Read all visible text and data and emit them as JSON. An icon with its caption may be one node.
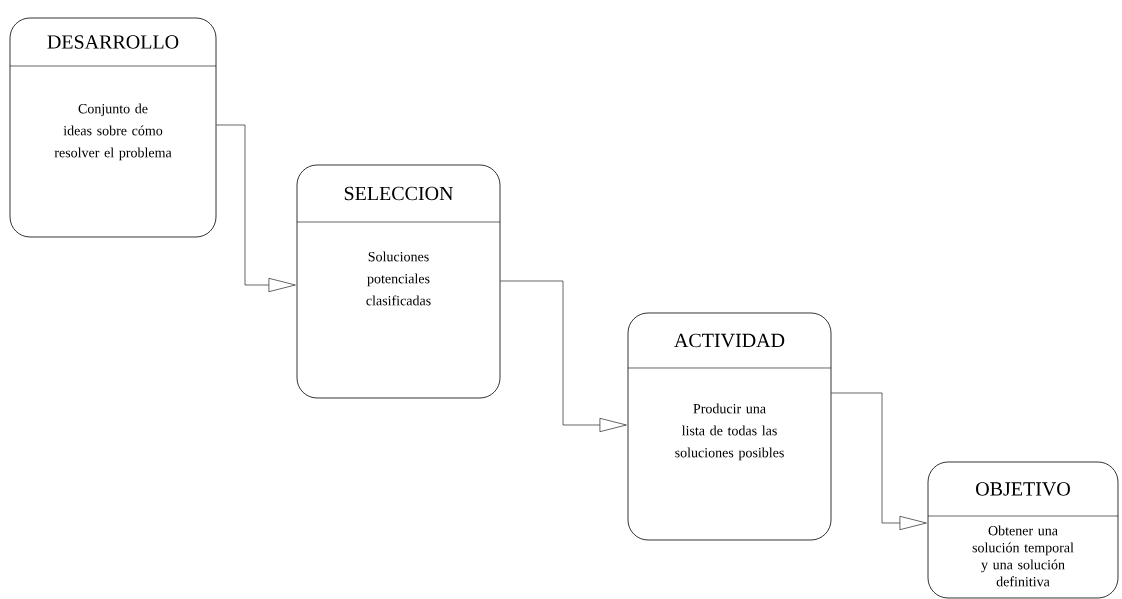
{
  "diagram": {
    "nodes": [
      {
        "text": [
          "DESARROLLO",
          "Conjunto de ideas sobre cómo resolver el problema"
        ]
      },
      {
        "text": [
          "SELECCION",
          "Soluciones potenciales clasificadas"
        ]
      },
      {
        "text": [
          "ACTIVIDAD",
          "Producir una lista de todas las soluciones posibles"
        ]
      },
      {
        "text": [
          "OBJETIVO",
          "Obtener una solución temporal y una solución definitiva"
        ]
      }
    ],
    "edges": [
      {
        "from": 0,
        "to": 1,
        "arrow": "to"
      },
      {
        "from": 1,
        "to": 2,
        "arrow": "to"
      },
      {
        "from": 2,
        "to": 3,
        "arrow": "to"
      }
    ]
  }
}
